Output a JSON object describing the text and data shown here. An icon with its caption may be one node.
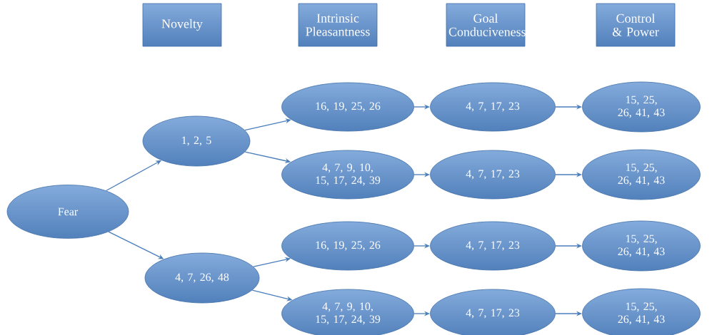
{
  "diagram": {
    "nodes": [
      {
        "text": [
          "Novelty"
        ]
      },
      {
        "text": [
          "Intrinsic Pleasantness"
        ]
      },
      {
        "text": [
          "Goal Conduciveness"
        ]
      },
      {
        "text": [
          "Control & Power"
        ]
      },
      {
        "text": [
          "Fear"
        ]
      },
      {
        "text": [
          "1, 2, 5"
        ]
      },
      {
        "text": [
          "4, 7, 26, 48"
        ]
      },
      {
        "text": [
          "16, 19, 25, 26"
        ]
      },
      {
        "text": [
          "4, 7, 9, 10, 15, 17, 24, 39"
        ]
      },
      {
        "text": [
          "16, 19, 25, 26"
        ]
      },
      {
        "text": [
          "4, 7, 9, 10, 15, 17, 24, 39"
        ]
      },
      {
        "text": [
          "4, 7, 17, 23"
        ]
      },
      {
        "text": [
          "4, 7, 17, 23"
        ]
      },
      {
        "text": [
          "4, 7, 17, 23"
        ]
      },
      {
        "text": [
          "4, 7, 17, 23"
        ]
      },
      {
        "text": [
          "15, 25, 26, 41, 43"
        ]
      },
      {
        "text": [
          "15, 25, 26, 41, 43"
        ]
      },
      {
        "text": [
          "15, 25, 26, 41, 43"
        ]
      },
      {
        "text": [
          "15, 25, 26, 41, 43"
        ]
      }
    ],
    "edges": [
      {
        "from": 4,
        "to": 5,
        "arrow": "to"
      },
      {
        "from": 4,
        "to": 6,
        "arrow": "to"
      },
      {
        "from": 5,
        "to": 7,
        "arrow": "to"
      },
      {
        "from": 5,
        "to": 8,
        "arrow": "to"
      },
      {
        "from": 6,
        "to": 9,
        "arrow": "to"
      },
      {
        "from": 6,
        "to": 10,
        "arrow": "to"
      },
      {
        "from": 7,
        "to": 11,
        "arrow": "to"
      },
      {
        "from": 8,
        "to": 12,
        "arrow": "to"
      },
      {
        "from": 9,
        "to": 13,
        "arrow": "to"
      },
      {
        "from": 10,
        "to": 14,
        "arrow": "to"
      },
      {
        "from": 11,
        "to": 15,
        "arrow": "to"
      },
      {
        "from": 12,
        "to": 16,
        "arrow": "to"
      },
      {
        "from": 13,
        "to": 17,
        "arrow": "to"
      },
      {
        "from": 14,
        "to": 18,
        "arrow": "to"
      }
    ]
  }
}
